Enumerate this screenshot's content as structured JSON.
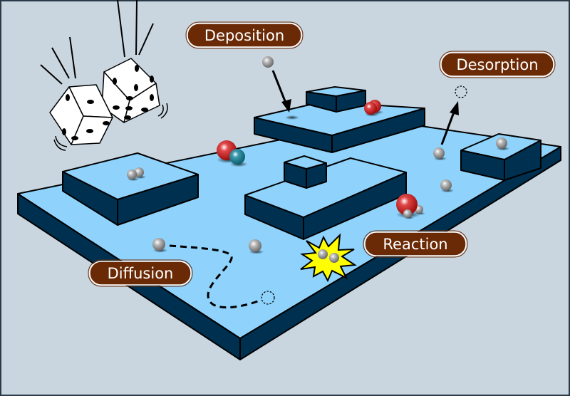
{
  "title": "Surface processes in kinetic Monte Carlo",
  "labels": {
    "deposition": "Deposition",
    "desorption": "Desorption",
    "reaction": "Reaction",
    "diffusion": "Diffusion"
  },
  "colors": {
    "background": "#c9d6e0",
    "surface_top": "#8fd3fd",
    "surface_side": "#003050",
    "label_fill": "#6b2a06",
    "label_stroke": "#ffffff",
    "atom_gray": "#9a9a9a",
    "atom_red": "#c81414",
    "atom_teal": "#1a7a8c",
    "burst": "#ffff00"
  },
  "icons": {
    "dice": "dice-icon",
    "burst": "reaction-burst-icon"
  }
}
